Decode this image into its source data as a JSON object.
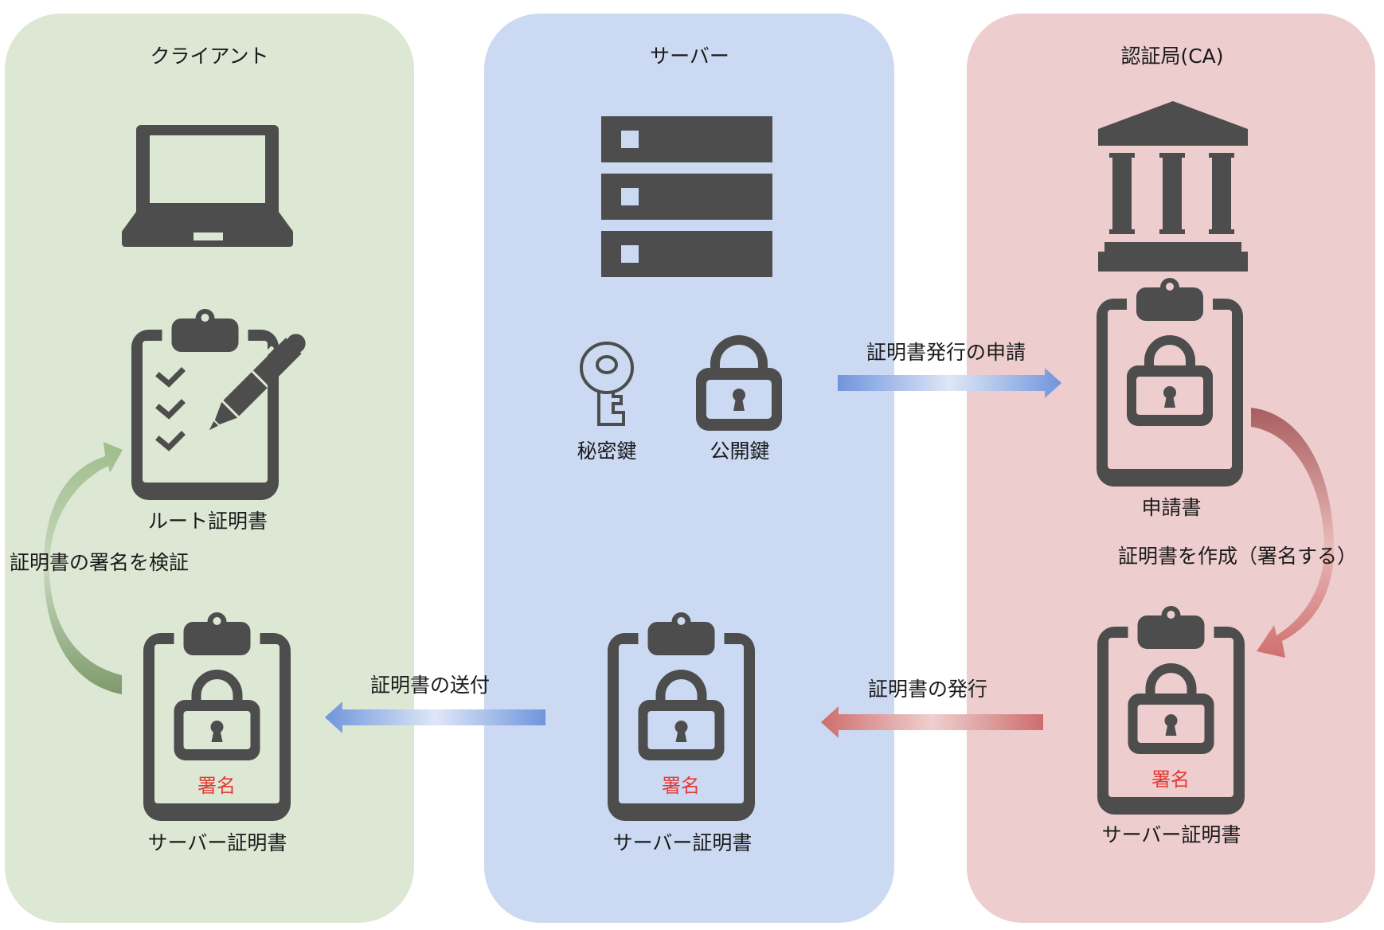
{
  "title": "SSL/TLS サーバー証明書の流れ",
  "colors": {
    "client_panel": "#dce8d4",
    "server_panel": "#cbdaf2",
    "ca_panel": "#edcdcd",
    "icon": "#4d4d4d",
    "signature_text": "#e53935",
    "blue_arrow": "#6f95dc",
    "red_arrow": "#cd6d6d",
    "green_arrow": "#7e9a6c"
  },
  "panels": {
    "client": {
      "title": "クライアント"
    },
    "server": {
      "title": "サーバー"
    },
    "ca": {
      "title": "認証局(CA)"
    }
  },
  "client": {
    "device_icon": "laptop-icon",
    "root_cert": {
      "icon": "clipboard-checklist-pen-icon",
      "label": "ルート証明書"
    },
    "server_cert": {
      "icon": "clipboard-lock-icon",
      "signature": "署名",
      "label": "サーバー証明書"
    },
    "verify_label": "証明書の署名を検証"
  },
  "server": {
    "device_icon": "server-rack-icon",
    "private_key": {
      "icon": "key-icon",
      "label": "秘密鍵"
    },
    "public_key": {
      "icon": "padlock-icon",
      "label": "公開鍵"
    },
    "server_cert": {
      "icon": "clipboard-lock-icon",
      "signature": "署名",
      "label": "サーバー証明書"
    }
  },
  "ca": {
    "device_icon": "institution-building-icon",
    "application": {
      "icon": "clipboard-lock-icon",
      "label": "申請書"
    },
    "create_label": "証明書を作成（署名する）",
    "server_cert": {
      "icon": "clipboard-lock-icon",
      "signature": "署名",
      "label": "サーバー証明書"
    }
  },
  "flows": {
    "request": "証明書発行の申請",
    "issue": "証明書の発行",
    "send": "証明書の送付"
  }
}
